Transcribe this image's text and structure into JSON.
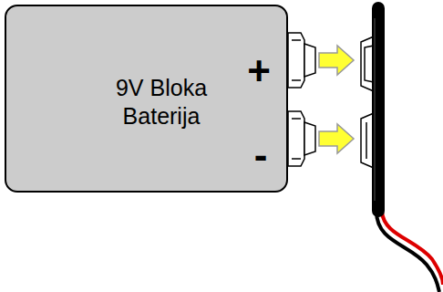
{
  "diagram": {
    "nodes": [
      {
        "text": [
          "9V Bloka Baterija"
        ]
      }
    ],
    "labels": [
      "+",
      "-"
    ]
  }
}
